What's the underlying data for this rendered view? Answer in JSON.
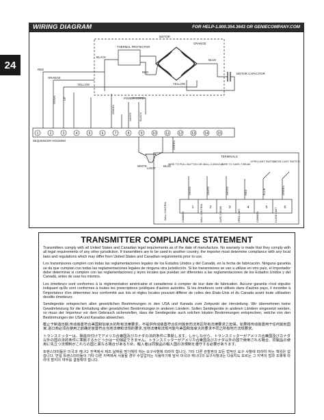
{
  "page_number": "24",
  "header": {
    "title": "WIRING DIAGRAM",
    "help": "FOR HELP-1.800.354.3643 OR GENIECOMPANY.COM"
  },
  "diagram": {
    "motor_label": "MOTOR",
    "thermal_protector": "THERMAL PROTECTOR",
    "wire_orange": "ORANGE",
    "wire_black": "BLACK",
    "wire_red": "RED",
    "wire_yellow": "YELLOW",
    "wire_blue": "BLUE",
    "wire_white": "WHITE",
    "wire_green": "GREEN",
    "motor_capacitor": "MOTOR CAPACITOR",
    "power_cord": "POWER CORD",
    "down_label": "DOWN",
    "up_label": "UP",
    "light_label": "LIGHT",
    "sequencer_housing": "SEQUENCER HOUSING",
    "terminal_numbers": [
      "1",
      "2",
      "3",
      "4",
      "5",
      "6",
      "7",
      "8",
      "9",
      "10",
      "11",
      "12",
      "13",
      "14",
      "15"
    ],
    "terminals_label": "TERMINALS",
    "wall_control_group": "WIRE TO PULL BUTTON OR WALL CONSOLE",
    "safe_t_beam_group": "WIRE TO SAFE-T-BEAM",
    "open_limit_switch": "OPEN LIMIT SWITCH",
    "close_limit_switch": "CLOSE LIMIT SWITCH",
    "wall_control": "WALL CONTROL",
    "bottom_terminals": [
      "1",
      "2",
      "3",
      "4",
      "5",
      "6"
    ],
    "bottom_labels": [
      "COMMON",
      "WALL CONTROL",
      "SAFE-T-BEAM",
      "OPEN LIMIT",
      "COMMON",
      "CLOSE LIMIT"
    ]
  },
  "compliance": {
    "title": "TRANSMITTER COMPLIANCE STATEMENT",
    "paragraphs": [
      "Transmitters comply with all United States and Canadian legal requirements as of the date of manufacture. No warranty is made that they comply with all legal requirements of any other jurisdiction. If transmitters are to be used in another country, the importer must determine compliance with any local laws and regulations which may differ from United States and Canadian requirements prior to use.",
      "Los transmisores cumplen con todas las reglamentaciones legales de los Estados Unidos y del Canadá, en la fecha de fabricación. Ninguna garantía se da que cumplan con todas las reglamentaciones legales de ninguna otra jurisdicción. Si los transmisores se van a utilizar en otro país, el importador debe determinar si cumplen con las reglamentaciones y leyes locales que puedan ser diferentes a las reglamentaciones de los Estados Unidos y del Canadá, antes de usar los mismos.",
      "Les émetteurs sont conformes à la réglementation américaine et canadienne à compter de leur date de fabrication. Aucune garantie n'est stipulée indiquant qu'ils sont conformes à toutes les prescriptions juridiques d'autres autorités. Si les émetteurs sont utilisés dans d'autres pays, il incombe à l'importateur d'en déterminer leur conformité aux lois et règles locales pouvant différer de celles des États-Unis et du Canada avant toute utilisation desdits émetteurs.",
      "Sendegeräte entsprechen allen gesetzlichen Bestimmungen in den USA und Kanada zum Zeitpunkt der Herstellung. Wir übernehmen keine Gewährleistung für die Einhaltung aller gesetzlichen Bestimmungen in anderen Ländern. Sollen Sendegeräte in anderen Ländern eingesetzt werden, so muss der Importeur vor dem Gebrauch sicherstellen, dass die Sendegeräte auch solchen lokalen Bestimmungen entsprechen, welche von den Bestimmungen der USA und Kanadas abweichen.",
      "截止于制造日期,传动装置符合美国和加拿大的所有法律要求。不提供传动装置符合任何其他司法地区所有法律要求之担保。如果将传动装置用于任何其他国家,进口商必须在使用之前确定装置符合当地法律和法规的要求,当地法律和法规可能与美国和加拿大的要求不同之所有地方法规要求。",
      "トランスミッターは、製造日付けでアメリカ合衆国及びカナダの法的条件に準拠します。しかしながら、トランスミッターがアメリカ合衆国及びカナダ以外の国の法的条件に準拠するかどうかは一切保証できません。トランスミッターがアメリカ合衆国及びカナダ以外の国で使用される場合、同製品の使用に先立つ法規制がこれらの国と異なる場合があるため、輸入者は同製品の輸入国の法規制を遵守する必要があります。",
      "트랜스미터들은 미국과 캐나다 전역에서 제조 날짜를 명기해야 하는 요구사항에 따라야 합니다. 기타 다른 관할권의 모든 법적인 요구 사항에 따라야 하는 책임은 없습니다. 만일 트랜스미터들이 기타 다른 지역에서 사용될 경우 수입업자는 사용하기에 앞서 미국과 캐나다의 요구사항과는 다를지도 모르는 그 지역의 법과 조례에 따라야 할지의 여부를 결정해야 합니다."
    ]
  }
}
